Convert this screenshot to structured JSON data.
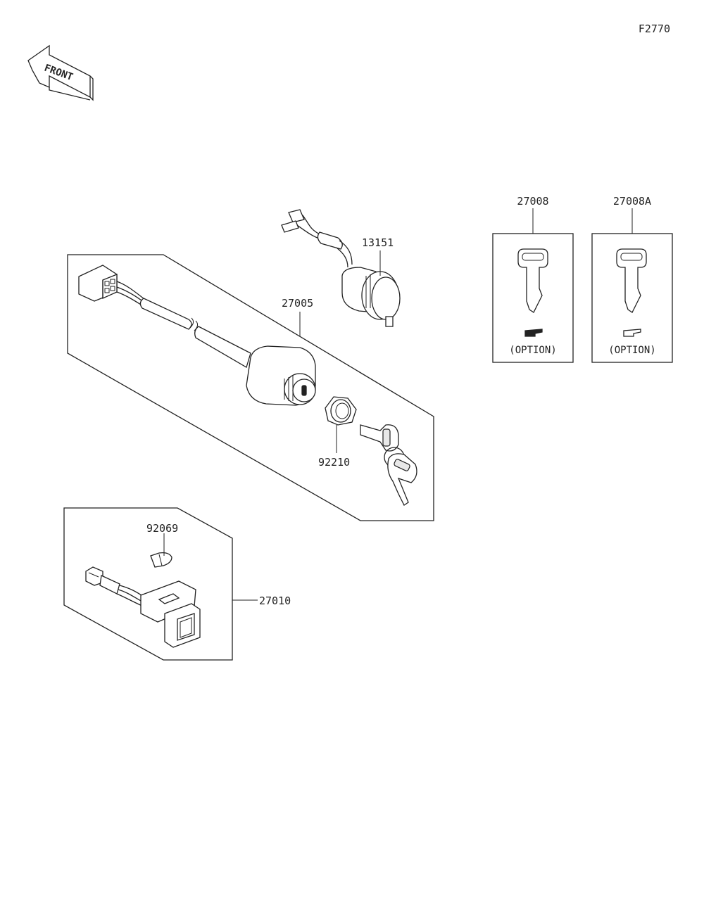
{
  "figure_code": "F2770",
  "front_label": "FRONT",
  "option_text": "(OPTION)",
  "parts": [
    {
      "number": "13151"
    },
    {
      "number": "27005"
    },
    {
      "number": "92210"
    },
    {
      "number": "27008"
    },
    {
      "number": "27008A"
    },
    {
      "number": "92069"
    },
    {
      "number": "27010"
    }
  ]
}
